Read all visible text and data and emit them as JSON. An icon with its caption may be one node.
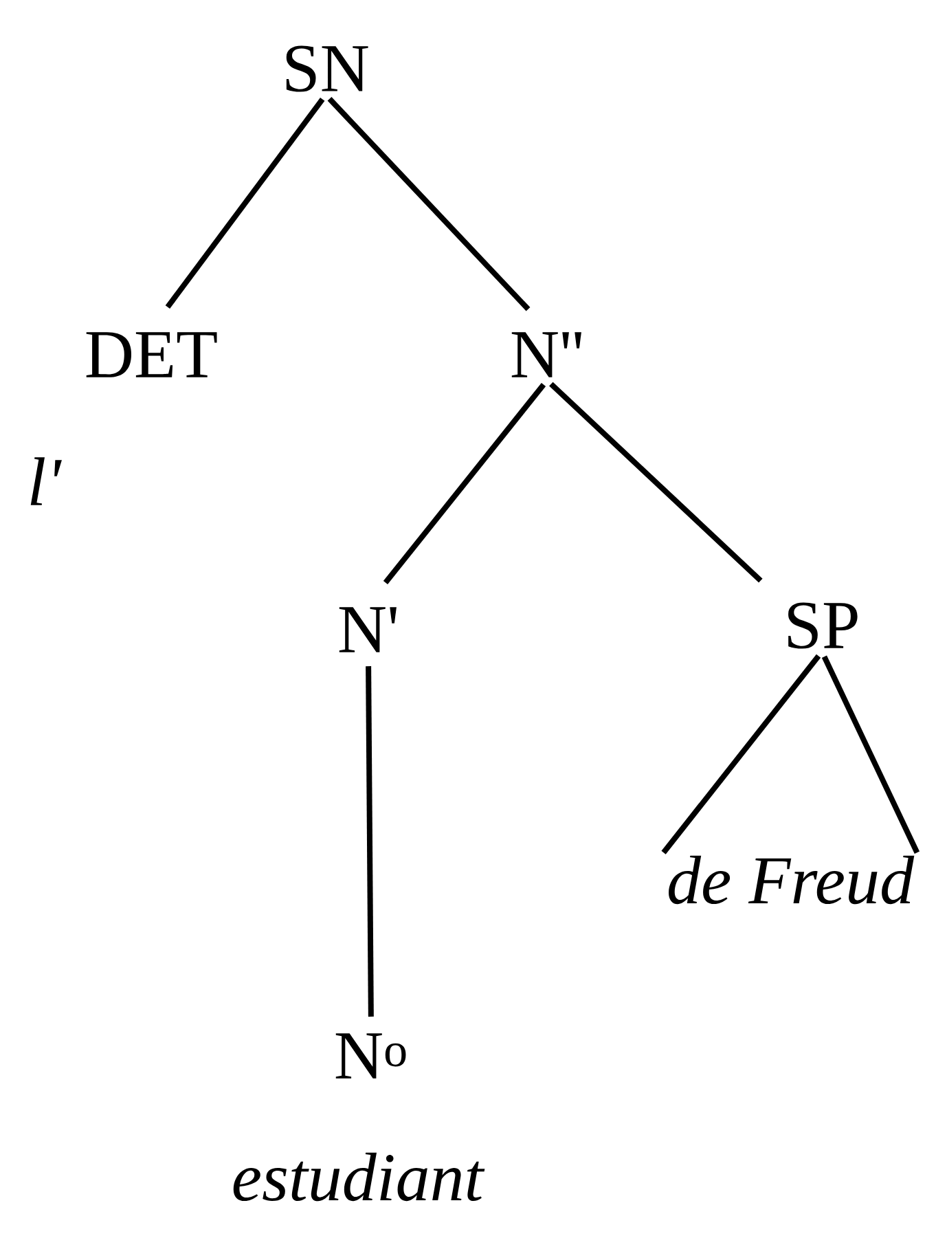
{
  "diagram": {
    "nodes": [
      {
        "text": [
          "SN"
        ]
      },
      {
        "text": [
          "DET"
        ],
        "beside": [
          "l'"
        ]
      },
      {
        "text": [
          "N''"
        ]
      },
      {
        "text": [
          "N'"
        ]
      },
      {
        "text": [
          "SP"
        ]
      },
      {
        "text": [
          "N$^{o}$"
        ],
        "beside": [
          "estudiant"
        ]
      },
      {
        "text": [
          "de Freud"
        ]
      }
    ],
    "edges": [
      {
        "from": 0,
        "to": 1,
        "arrow": "none"
      },
      {
        "from": 0,
        "to": 2,
        "arrow": "none"
      },
      {
        "from": 2,
        "to": 3,
        "arrow": "none"
      },
      {
        "from": 2,
        "to": 4,
        "arrow": "none"
      },
      {
        "from": 3,
        "to": 5,
        "arrow": "none"
      },
      {
        "from": 4,
        "to": 6,
        "arrow": "none"
      },
      {
        "from": 4,
        "to": 6,
        "arrow": "none"
      }
    ]
  }
}
